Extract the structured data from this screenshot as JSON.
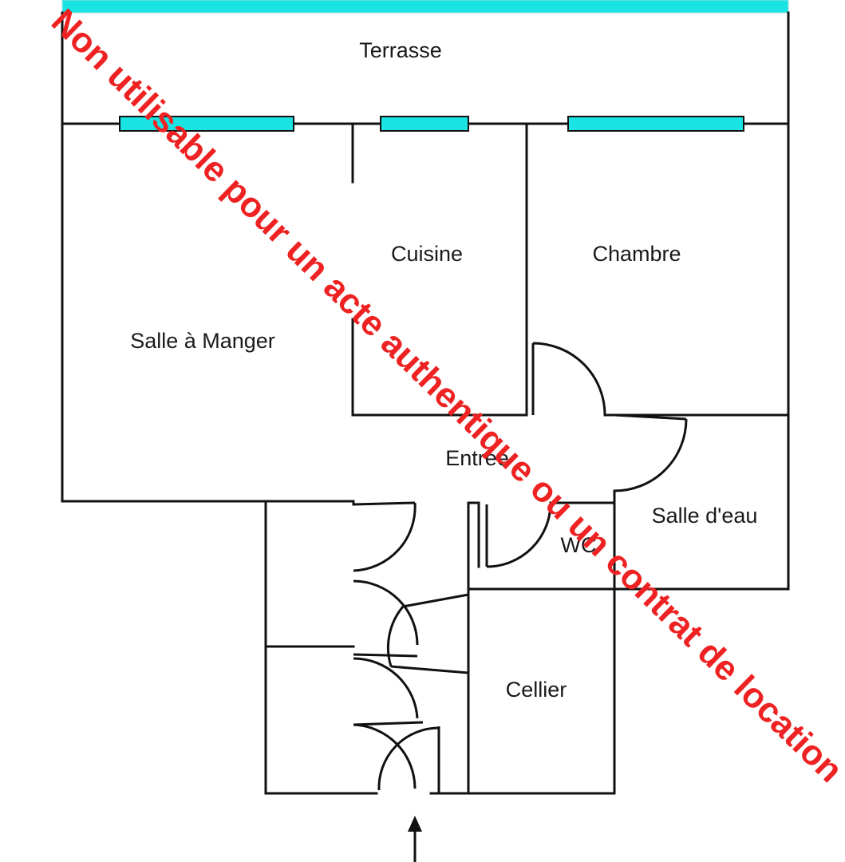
{
  "rooms": {
    "terrasse": "Terrasse",
    "cuisine": "Cuisine",
    "chambre": "Chambre",
    "salle_a_manger": "Salle à Manger",
    "entree": "Entrée",
    "salle_deau": "Salle d'eau",
    "wc": "WC",
    "cellier": "Cellier"
  },
  "watermark": "Non utilisable pour un acte authentique ou un contrat de location",
  "colors": {
    "window": "#19e3e3",
    "wall": "#111111",
    "watermark": "#ee2222"
  }
}
